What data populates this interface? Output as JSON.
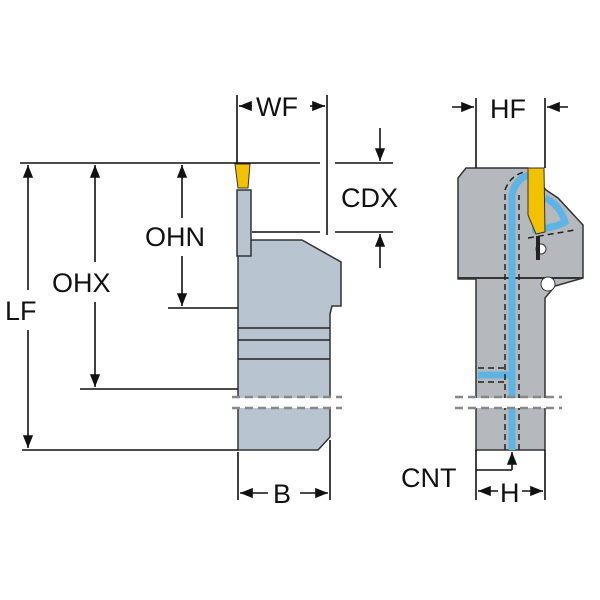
{
  "labels": {
    "wf": "WF",
    "cdx": "CDX",
    "ohn": "OHN",
    "ohx": "OHX",
    "lf": "LF",
    "b": "B",
    "hf": "HF",
    "cnt": "CNT",
    "h": "H"
  },
  "colors": {
    "insert": "#f2c200",
    "body": "#b8c4cf",
    "coolant": "#5fb4e6"
  }
}
